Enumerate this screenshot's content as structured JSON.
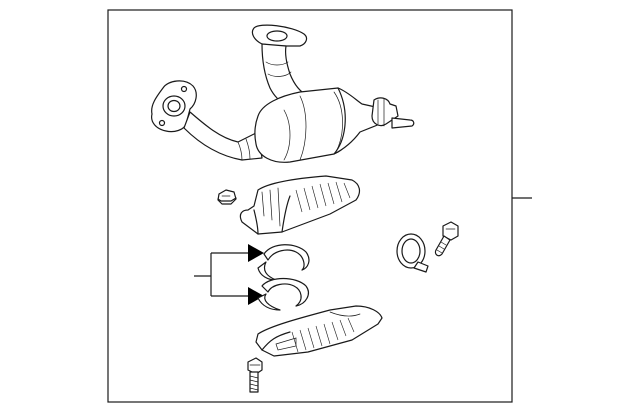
{
  "diagram": {
    "parts": [
      {
        "name": "converter-assembly",
        "icon": "catalytic-converter-assembly-drawing"
      },
      {
        "name": "heat-shield-upper",
        "icon": "heat-shield-drawing"
      },
      {
        "name": "nut",
        "icon": "nut-drawing"
      },
      {
        "name": "gasket",
        "icon": "gasket-drawing"
      },
      {
        "name": "clamp",
        "icon": "clamp-drawing"
      },
      {
        "name": "bolt",
        "icon": "bolt-drawing"
      },
      {
        "name": "heat-shield-lower",
        "icon": "heat-shield-drawing"
      },
      {
        "name": "stud-bolt",
        "icon": "stud-bolt-drawing"
      }
    ],
    "colors": {
      "line": "#1a1a1a",
      "background": "#ffffff",
      "arrow": "#000000"
    }
  }
}
